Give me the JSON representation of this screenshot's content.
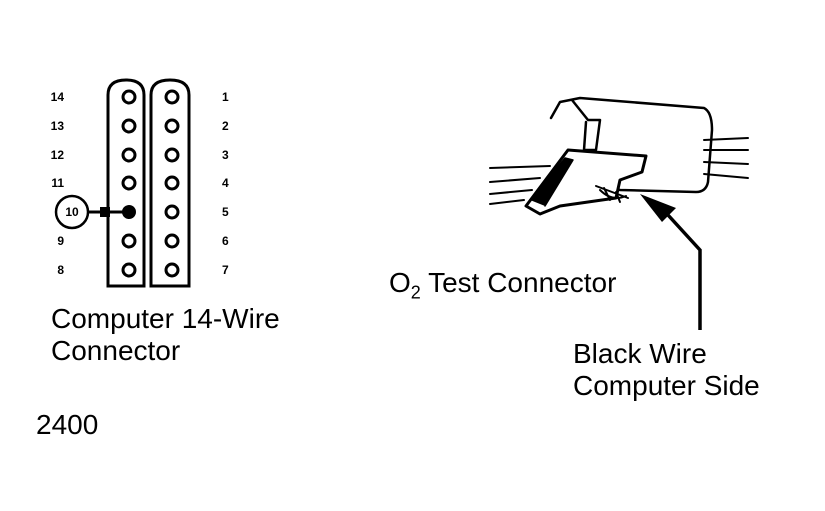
{
  "left_pins": [
    "14",
    "13",
    "12",
    "11",
    "10",
    "9",
    "8"
  ],
  "right_pins": [
    "1",
    "2",
    "3",
    "4",
    "5",
    "6",
    "7"
  ],
  "computer_connector": {
    "line1": "Computer 14-Wire",
    "line2": "Connector"
  },
  "o2_label": {
    "prefix": "O",
    "subscript": "2",
    "suffix": " Test Connector"
  },
  "black_wire": {
    "line1": "Black Wire",
    "line2": "Computer Side"
  },
  "figure_number": "2400",
  "colors": {
    "ink": "#000000",
    "background": "#ffffff"
  }
}
